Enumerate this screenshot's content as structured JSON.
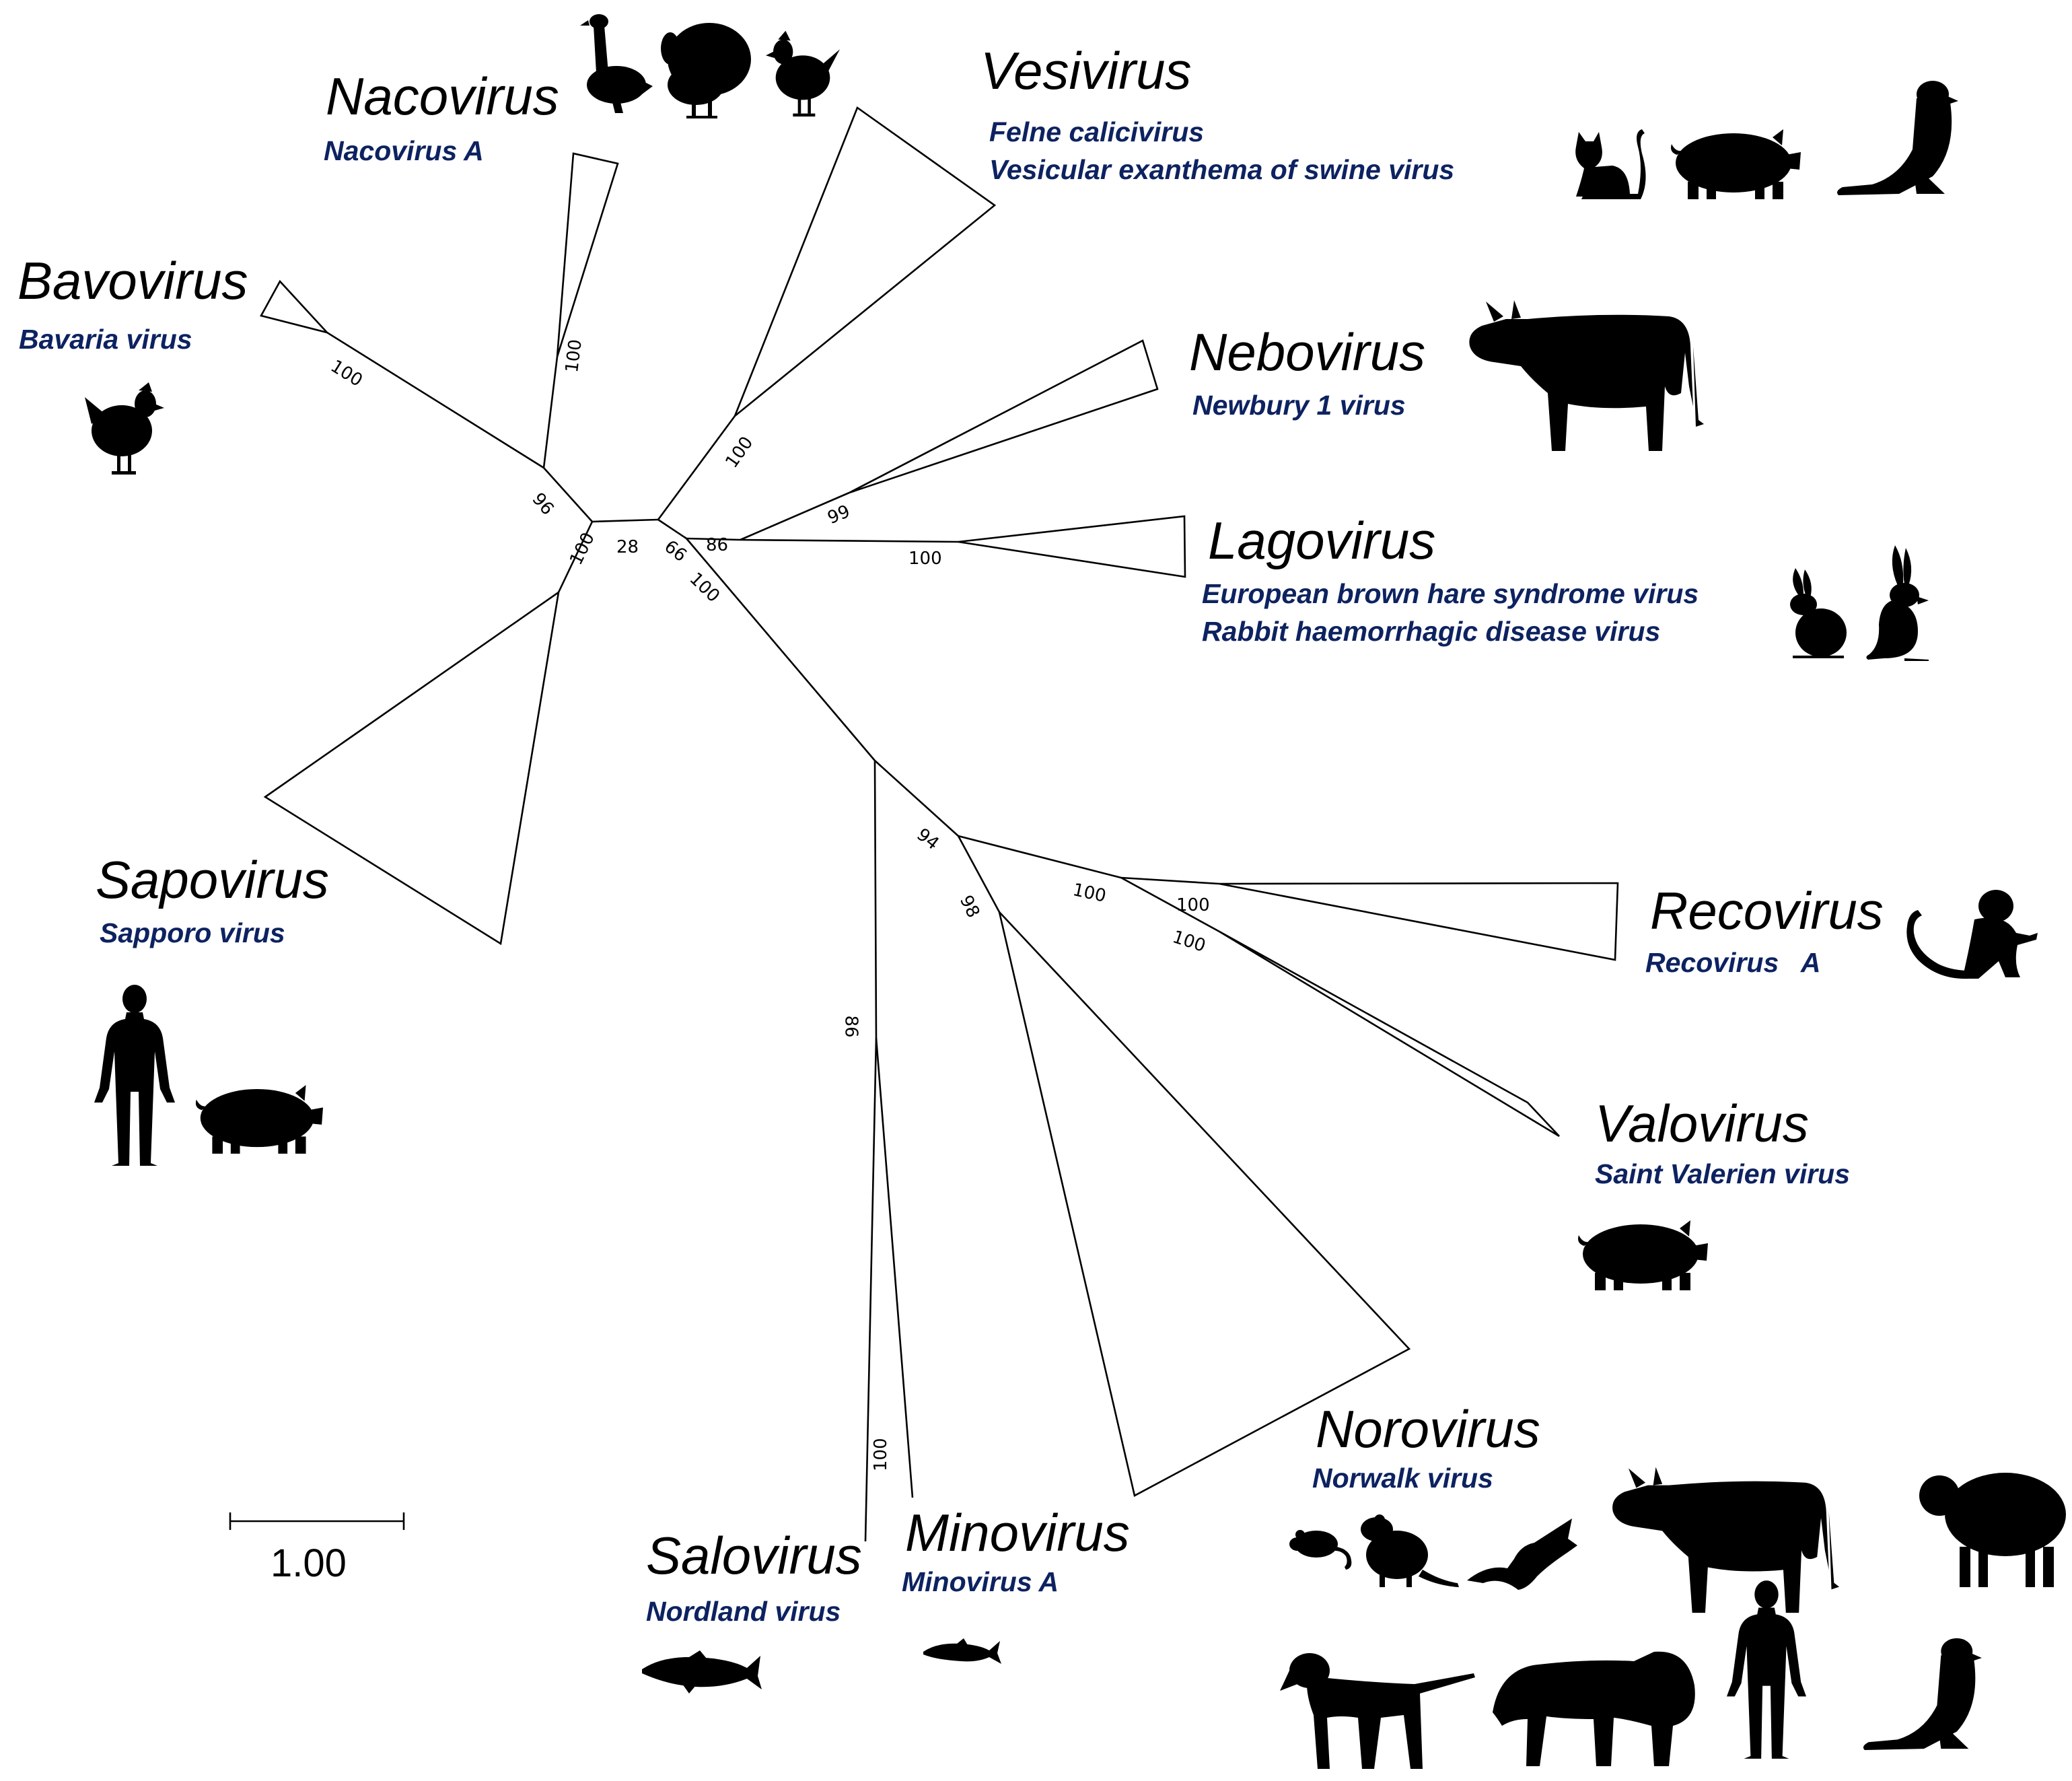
{
  "colors": {
    "genus": "#000000",
    "species": "#0d2260",
    "branch": "#000000",
    "silhouette": "#000000"
  },
  "scale_bar": {
    "label": "1.00"
  },
  "bootstrap": {
    "b100_bavo": "100",
    "b100_naco": "100",
    "b96": "96",
    "b100_sapo": "100",
    "b28": "28",
    "b66": "66",
    "b86": "86",
    "b100_vesi": "100",
    "b99": "99",
    "b100_lago": "100",
    "b100_lower": "100",
    "b94": "94",
    "b100_reco_stem": "100",
    "b100_reco": "100",
    "b100_valo": "100",
    "b98": "98",
    "b86_salo": "86",
    "b100_mino": "100"
  },
  "clades": [
    {
      "genus": "Bavovirus",
      "species": [
        "Bavaria virus"
      ],
      "hosts": [
        "chicken-icon"
      ]
    },
    {
      "genus": "Nacovirus",
      "species": [
        "Nacovirus A"
      ],
      "hosts": [
        "goose-icon",
        "turkey-icon",
        "chicken-icon"
      ]
    },
    {
      "genus": "Vesivirus",
      "species": [
        "Felne calicivirus",
        "Vesicular exanthema of swine virus"
      ],
      "hosts": [
        "cat-icon",
        "pig-icon",
        "sea-lion-icon"
      ]
    },
    {
      "genus": "Nebovirus",
      "species": [
        "Newbury 1 virus"
      ],
      "hosts": [
        "cow-icon"
      ]
    },
    {
      "genus": "Lagovirus",
      "species": [
        "European brown hare syndrome virus",
        "Rabbit haemorrhagic disease virus"
      ],
      "hosts": [
        "rabbit-icon",
        "hare-icon"
      ]
    },
    {
      "genus": "Sapovirus",
      "species": [
        "Sapporo virus"
      ],
      "hosts": [
        "human-icon",
        "pig-icon"
      ]
    },
    {
      "genus": "Recovirus",
      "species": [
        "Recovirus   A"
      ],
      "hosts": [
        "monkey-icon"
      ]
    },
    {
      "genus": "Valovirus",
      "species": [
        "Saint Valerien virus"
      ],
      "hosts": [
        "pig-icon"
      ]
    },
    {
      "genus": "Norovirus",
      "species": [
        "Norwalk virus"
      ],
      "hosts": [
        "mouse-icon",
        "rat-icon",
        "bat-icon",
        "cow-icon",
        "sheep-icon",
        "dog-icon",
        "lion-icon",
        "human-icon",
        "sea-lion-icon"
      ]
    },
    {
      "genus": "Salovirus",
      "species": [
        "Nordland virus"
      ],
      "hosts": [
        "salmon-icon"
      ]
    },
    {
      "genus": "Minovirus",
      "species": [
        "Minovirus A"
      ],
      "hosts": [
        "minnow-icon"
      ]
    }
  ]
}
